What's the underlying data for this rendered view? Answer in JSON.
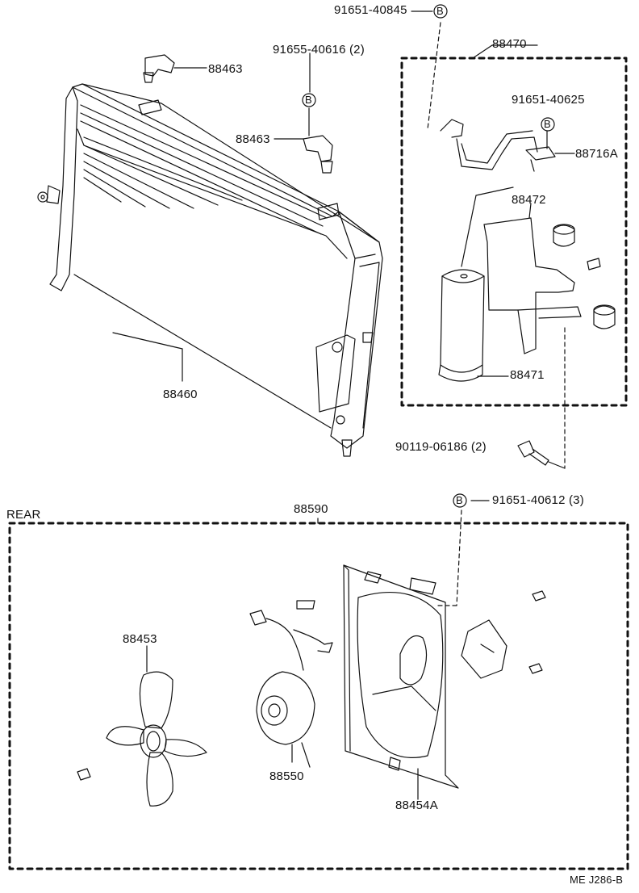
{
  "labels": {
    "p91651_40845": "91651-40845",
    "p91655_40616": "91655-40616 (2)",
    "p88463_a": "88463",
    "p88463_b": "88463",
    "p88470": "88470",
    "p91651_40625": "91651-40625",
    "p88716A": "88716A",
    "p88472": "88472",
    "p88471": "88471",
    "p88460": "88460",
    "p90119_06186": "90119-06186 (2)",
    "p91651_40612": "91651-40612 (3)",
    "rear": "REAR",
    "p88590": "88590",
    "p88453": "88453",
    "p88550": "88550",
    "p88454A": "88454A",
    "code": "ME J286-B"
  },
  "markers": {
    "b1": "B",
    "b2": "B",
    "b3": "B",
    "b4": "B"
  },
  "colors": {
    "ink": "#111111",
    "paper": "#ffffff"
  }
}
